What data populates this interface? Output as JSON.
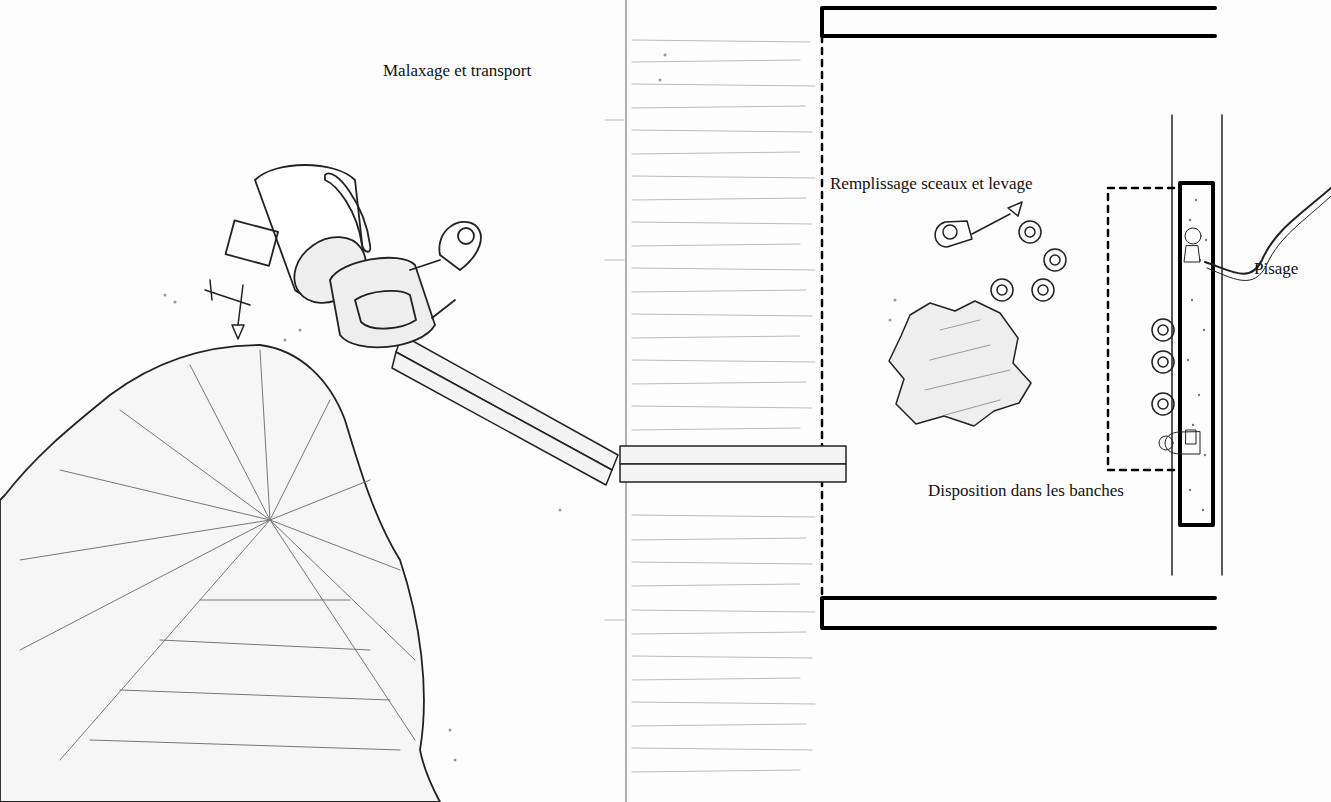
{
  "diagram": {
    "labels": [
      "Malaxage et transport",
      "Remplissage sceaux et levage",
      "Pisage",
      "Disposition dans les banches"
    ]
  }
}
